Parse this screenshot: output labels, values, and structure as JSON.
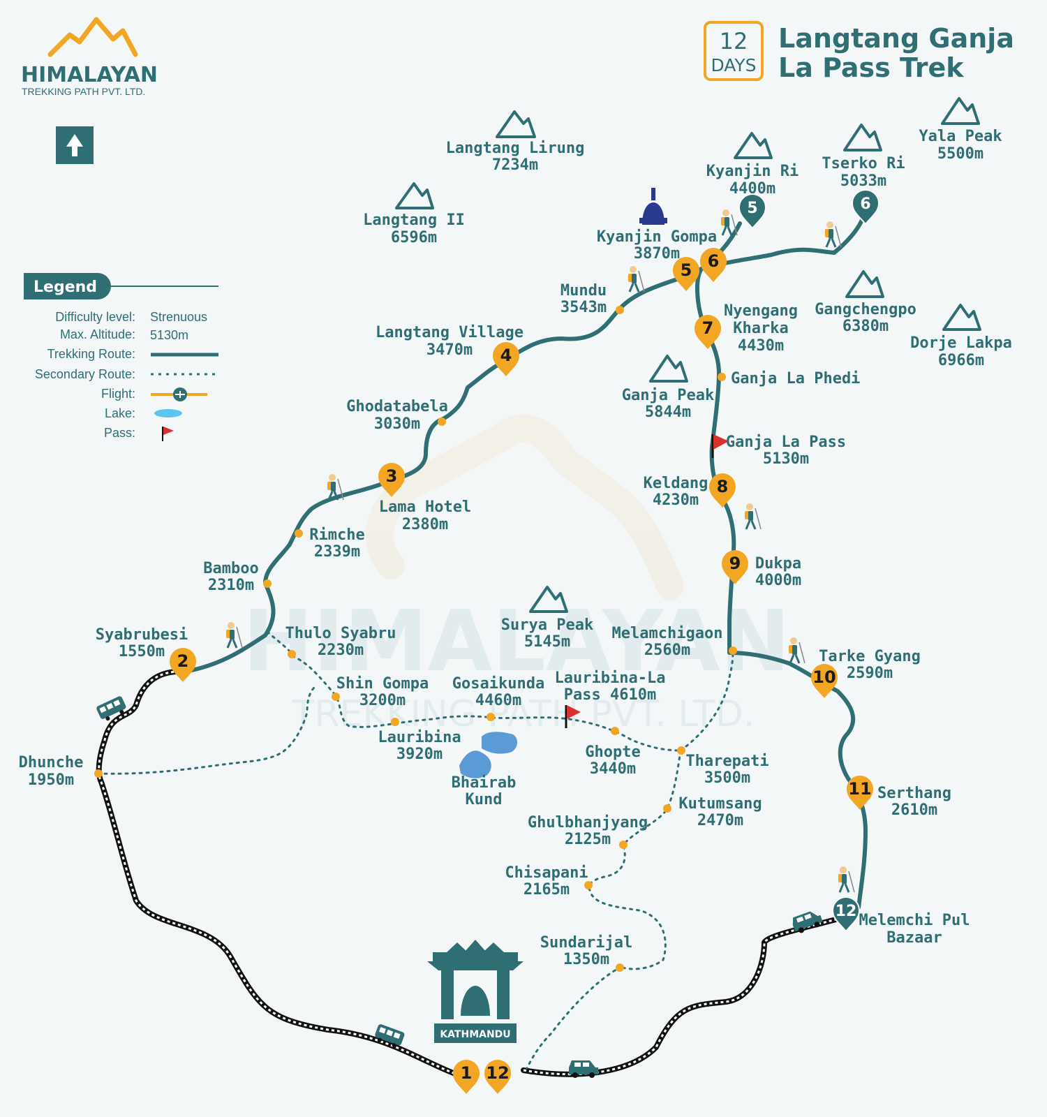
{
  "logo": {
    "name": "HIMALAYAN",
    "sub": "TREKKING PATH PVT. LTD."
  },
  "badge": {
    "days_num": "12",
    "days_word": "DAYS"
  },
  "title": {
    "line1": "Langtang Ganja",
    "line2": "La Pass Trek"
  },
  "compass": {
    "icon": "north-arrow-icon"
  },
  "legend": {
    "title": "Legend",
    "difficulty_key": "Difficulty level:",
    "difficulty_val": "Strenuous",
    "altitude_key": "Max. Altitude:",
    "altitude_val": "5130m",
    "route_key": "Trekking Route:",
    "secondary_key": "Secondary Route:",
    "flight_key": "Flight:",
    "lake_key": "Lake:",
    "pass_key": "Pass:"
  },
  "peaks": [
    {
      "name": "Langtang Lirung",
      "alt": "7234m"
    },
    {
      "name": "Langtang II",
      "alt": "6596m"
    },
    {
      "name": "Kyanjin Ri",
      "alt": "4400m"
    },
    {
      "name": "Tserko Ri",
      "alt": "5033m"
    },
    {
      "name": "Yala Peak",
      "alt": "5500m"
    },
    {
      "name": "Gangchengpo",
      "alt": "6380m"
    },
    {
      "name": "Dorje Lakpa",
      "alt": "6966m"
    },
    {
      "name": "Ganja Peak",
      "alt": "5844m"
    },
    {
      "name": "Surya Peak",
      "alt": "5145m"
    }
  ],
  "places": [
    {
      "name": "Kyanjin Gompa",
      "alt": "3870m"
    },
    {
      "name": "Mundu",
      "alt": "3543m"
    },
    {
      "name": "Langtang Village",
      "alt": "3470m"
    },
    {
      "name": "Ghodatabela",
      "alt": "3030m"
    },
    {
      "name": "Lama Hotel",
      "alt": "2380m"
    },
    {
      "name": "Rimche",
      "alt": "2339m"
    },
    {
      "name": "Bamboo",
      "alt": "2310m"
    },
    {
      "name": "Syabrubesi",
      "alt": "1550m"
    },
    {
      "name": "Dhunche",
      "alt": "1950m"
    },
    {
      "name": "Thulo Syabru",
      "alt": "2230m"
    },
    {
      "name": "Shin Gompa",
      "alt": "3200m"
    },
    {
      "name": "Gosaikunda",
      "alt": "4460m"
    },
    {
      "name": "Lauribina",
      "alt": "3920m"
    },
    {
      "name": "Lauribina-La",
      "alt": "Pass 4610m"
    },
    {
      "name": "Ghopte",
      "alt": "3440m"
    },
    {
      "name": "Tharepati",
      "alt": "3500m"
    },
    {
      "name": "Kutumsang",
      "alt": "2470m"
    },
    {
      "name": "Ghulbhanjyang",
      "alt": "2125m"
    },
    {
      "name": "Chisapani",
      "alt": "2165m"
    },
    {
      "name": "Sundarijal",
      "alt": "1350m"
    },
    {
      "name": "Nyengang",
      "alt": "Kharka",
      "alt2": "4430m"
    },
    {
      "name": "Ganja La Phedi"
    },
    {
      "name": "Ganja La Pass",
      "alt": "5130m"
    },
    {
      "name": "Keldang",
      "alt": "4230m"
    },
    {
      "name": "Dukpa",
      "alt": "4000m"
    },
    {
      "name": "Melamchigaon",
      "alt": "2560m"
    },
    {
      "name": "Tarke Gyang",
      "alt": "2590m"
    },
    {
      "name": "Serthang",
      "alt": "2610m"
    },
    {
      "name": "Melemchi Pul",
      "alt": "Bazaar"
    },
    {
      "name": "Bhairab",
      "alt": "Kund"
    }
  ],
  "kathmandu": "KATHMANDU",
  "days": [
    "1",
    "2",
    "3",
    "4",
    "5",
    "6",
    "5",
    "6",
    "7",
    "8",
    "9",
    "10",
    "11",
    "12",
    "12"
  ],
  "watermark": {
    "name": "HIMALAYAN",
    "sub": "TREKKING PATH PVT. LTD."
  },
  "colors": {
    "teal": "#2f6e73",
    "orange": "#f2a623",
    "flag": "#d6322e",
    "lake": "#5b9bd5",
    "background": "#f3f7f8"
  }
}
